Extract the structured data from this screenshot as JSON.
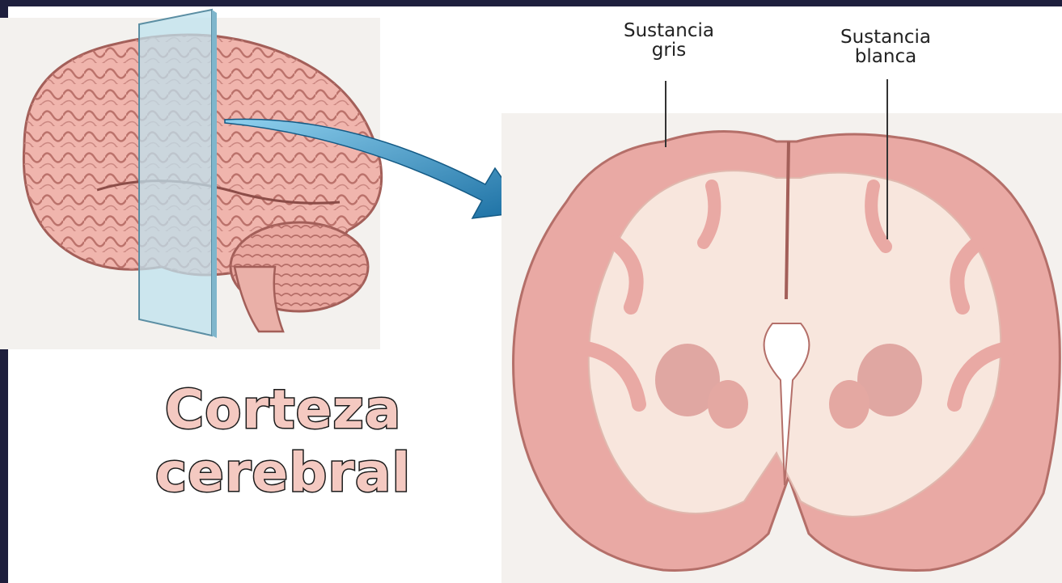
{
  "title": {
    "line1": "Corteza",
    "line2": "cerebral"
  },
  "labels": {
    "gray_matter": {
      "line1": "Sustancia",
      "line2": "gris"
    },
    "white_matter": {
      "line1": "Sustancia",
      "line2": "blanca"
    }
  },
  "colors": {
    "frame": "#1e1f3d",
    "cortex_pink": "#e9a9a4",
    "white_matter": "#f8e6dd",
    "plane_blue": "#b9dce8",
    "arrow_blue": "#1f83b5",
    "title_fill": "#f4c9c1"
  },
  "icons": {
    "brain_illustration": "brain-lateral-view",
    "section_illustration": "brain-coronal-section",
    "arrow": "curved-arrow-right"
  }
}
